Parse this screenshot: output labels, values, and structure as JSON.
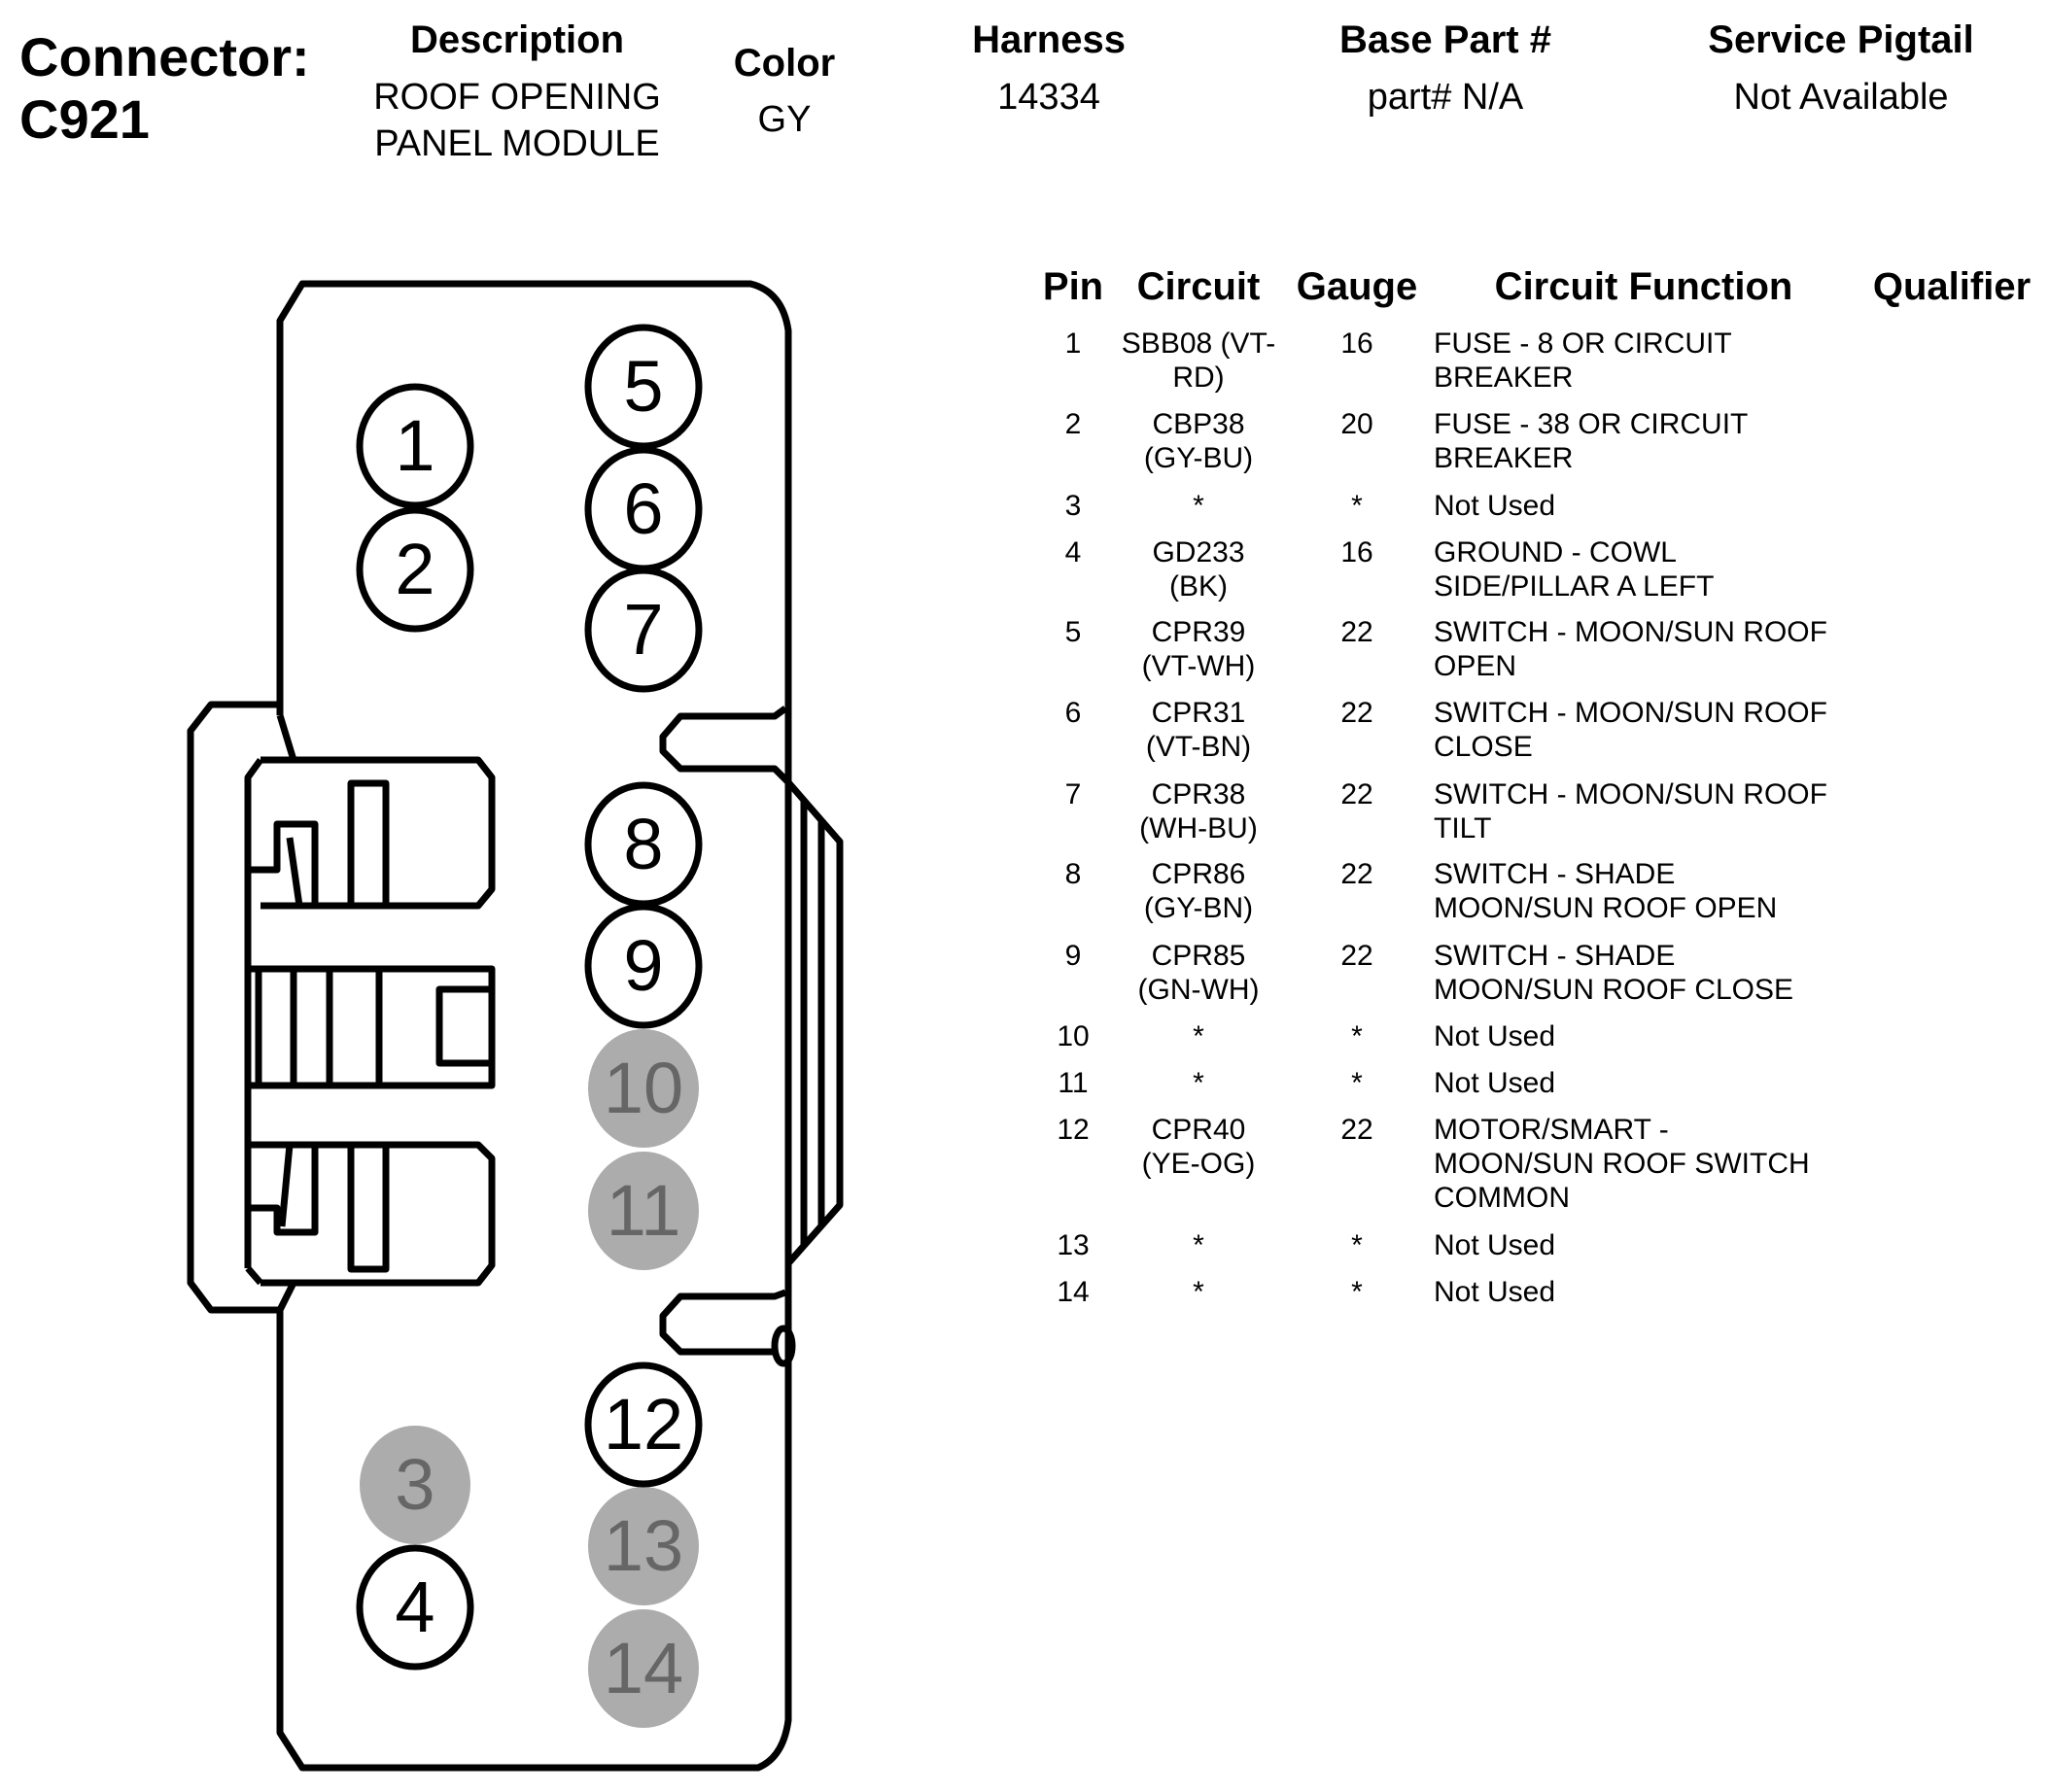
{
  "connector": {
    "label": "Connector:",
    "id": "C921"
  },
  "header": {
    "description": {
      "label": "Description",
      "lines": [
        "ROOF OPENING",
        "PANEL MODULE"
      ]
    },
    "color": {
      "label": "Color",
      "value": "GY"
    },
    "harness": {
      "label": "Harness",
      "value": "14334"
    },
    "base_part": {
      "label": "Base Part #",
      "value": "part# N/A"
    },
    "service_pigtail": {
      "label": "Service Pigtail",
      "value": "Not Available"
    }
  },
  "table": {
    "columns": [
      "Pin",
      "Circuit",
      "Gauge",
      "Circuit Function",
      "Qualifier"
    ],
    "rows": [
      {
        "pin": "1",
        "circuit": [
          "SBB08 (VT-",
          "RD)"
        ],
        "gauge": "16",
        "function": [
          "FUSE - 8 OR CIRCUIT",
          "BREAKER"
        ],
        "qualifier": ""
      },
      {
        "pin": "2",
        "circuit": [
          "CBP38",
          "(GY-BU)"
        ],
        "gauge": "20",
        "function": [
          "FUSE - 38 OR CIRCUIT",
          "BREAKER"
        ],
        "qualifier": ""
      },
      {
        "pin": "3",
        "circuit": [
          "*"
        ],
        "gauge": "*",
        "function": [
          "Not Used"
        ],
        "qualifier": ""
      },
      {
        "pin": "4",
        "circuit": [
          "GD233",
          "(BK)"
        ],
        "gauge": "16",
        "function": [
          "GROUND - COWL",
          "SIDE/PILLAR A LEFT"
        ],
        "qualifier": ""
      },
      {
        "pin": "5",
        "circuit": [
          "CPR39",
          "(VT-WH)"
        ],
        "gauge": "22",
        "function": [
          "SWITCH - MOON/SUN ROOF",
          "OPEN"
        ],
        "qualifier": ""
      },
      {
        "pin": "6",
        "circuit": [
          "CPR31",
          "(VT-BN)"
        ],
        "gauge": "22",
        "function": [
          "SWITCH - MOON/SUN ROOF",
          "CLOSE"
        ],
        "qualifier": ""
      },
      {
        "pin": "7",
        "circuit": [
          "CPR38",
          "(WH-BU)"
        ],
        "gauge": "22",
        "function": [
          "SWITCH - MOON/SUN ROOF",
          "TILT"
        ],
        "qualifier": ""
      },
      {
        "pin": "8",
        "circuit": [
          "CPR86",
          "(GY-BN)"
        ],
        "gauge": "22",
        "function": [
          "SWITCH - SHADE",
          "MOON/SUN ROOF OPEN"
        ],
        "qualifier": ""
      },
      {
        "pin": "9",
        "circuit": [
          "CPR85",
          "(GN-WH)"
        ],
        "gauge": "22",
        "function": [
          "SWITCH - SHADE",
          "MOON/SUN ROOF CLOSE"
        ],
        "qualifier": ""
      },
      {
        "pin": "10",
        "circuit": [
          "*"
        ],
        "gauge": "*",
        "function": [
          "Not Used"
        ],
        "qualifier": ""
      },
      {
        "pin": "11",
        "circuit": [
          "*"
        ],
        "gauge": "*",
        "function": [
          "Not Used"
        ],
        "qualifier": ""
      },
      {
        "pin": "12",
        "circuit": [
          "CPR40",
          "(YE-OG)"
        ],
        "gauge": "22",
        "function": [
          "MOTOR/SMART -",
          "MOON/SUN ROOF SWITCH",
          "COMMON"
        ],
        "qualifier": ""
      },
      {
        "pin": "13",
        "circuit": [
          "*"
        ],
        "gauge": "*",
        "function": [
          "Not Used"
        ],
        "qualifier": ""
      },
      {
        "pin": "14",
        "circuit": [
          "*"
        ],
        "gauge": "*",
        "function": [
          "Not Used"
        ],
        "qualifier": ""
      }
    ]
  },
  "pins": [
    {
      "number": "1",
      "used": true
    },
    {
      "number": "2",
      "used": true
    },
    {
      "number": "3",
      "used": false
    },
    {
      "number": "4",
      "used": true
    },
    {
      "number": "5",
      "used": true
    },
    {
      "number": "6",
      "used": true
    },
    {
      "number": "7",
      "used": true
    },
    {
      "number": "8",
      "used": true
    },
    {
      "number": "9",
      "used": true
    },
    {
      "number": "10",
      "used": false
    },
    {
      "number": "11",
      "used": false
    },
    {
      "number": "12",
      "used": true
    },
    {
      "number": "13",
      "used": false
    },
    {
      "number": "14",
      "used": false
    }
  ],
  "colors": {
    "outline": "#000000",
    "unused_pin_fill": "#acacac",
    "unused_pin_text": "#666666",
    "used_pin_fill": "#ffffff"
  }
}
